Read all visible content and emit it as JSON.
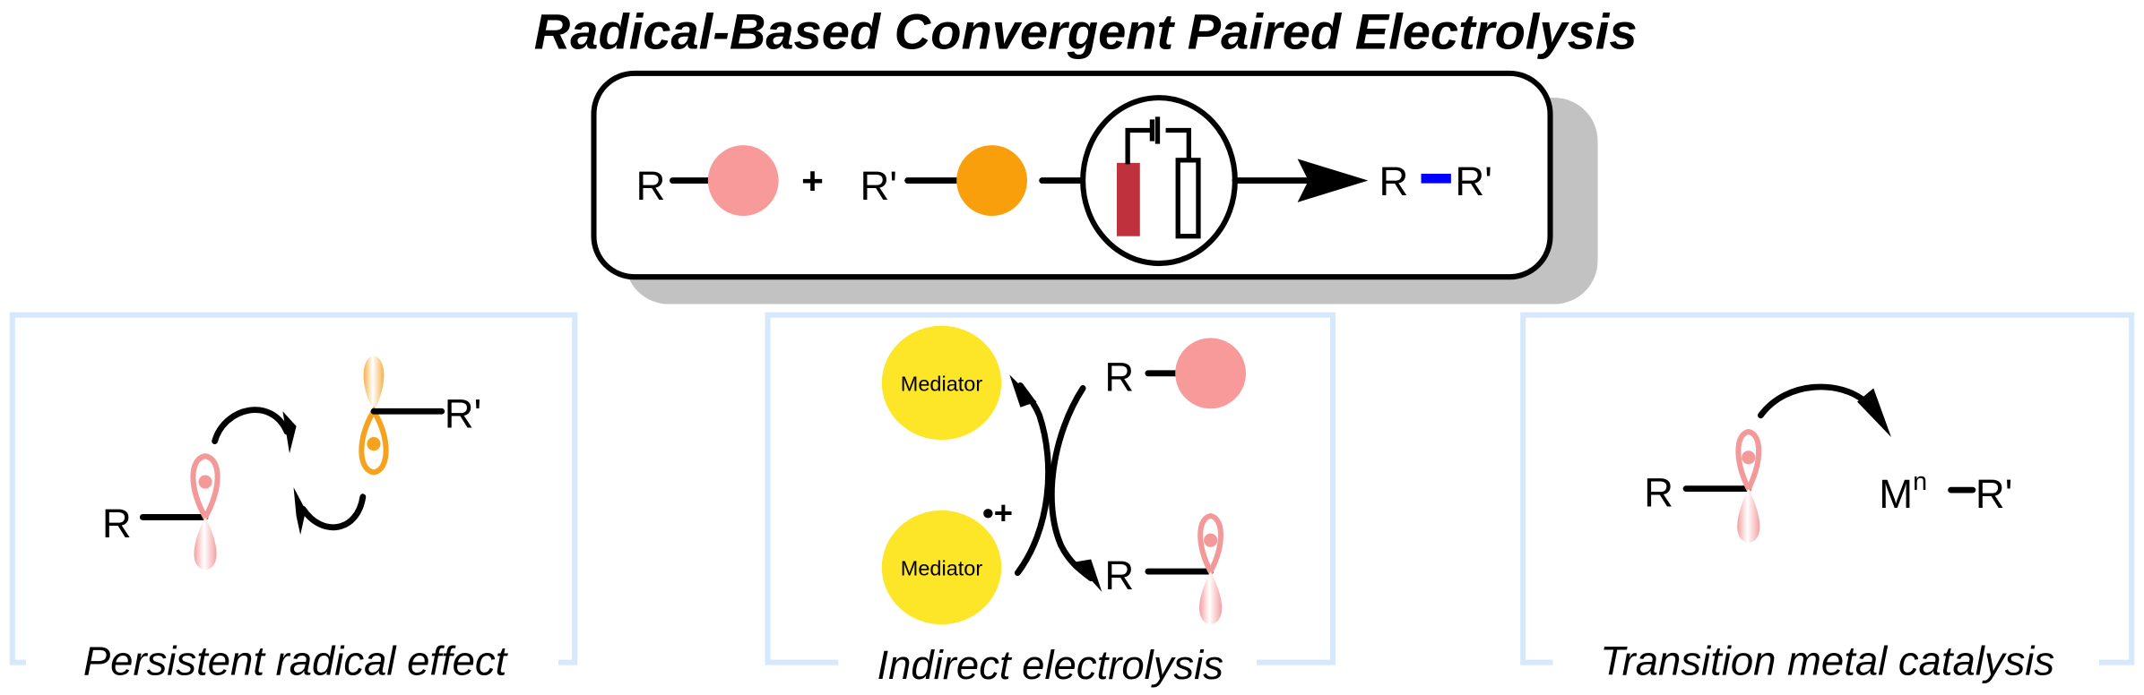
{
  "title": "Radical-Based Convergent Paired Electrolysis",
  "scheme": {
    "reactant1": {
      "label": "R",
      "group_color": "#f99a9a"
    },
    "plus": "+",
    "reactant2": {
      "label": "R'",
      "group_color": "#f99f0b"
    },
    "electrochemical_cell_icon": "electrolysis-cell-icon",
    "anode_color": "#c0313e",
    "product": {
      "left": "R",
      "right": "R'",
      "bond_color": "#0000ff"
    }
  },
  "panels": [
    {
      "caption": "Persistent radical effect",
      "labels": {
        "r": "R",
        "r_prime": "R'"
      },
      "radical_color_1": "#f4999a",
      "radical_color_2": "#f5a31f"
    },
    {
      "caption": "Indirect electrolysis",
      "mediator_label": "Mediator",
      "mediator_color": "#fde528",
      "radical_cation": "•+",
      "labels": {
        "r_top": "R",
        "r_bottom": "R"
      }
    },
    {
      "caption": "Transition metal catalysis",
      "labels": {
        "r": "R",
        "metal": "M",
        "metal_sup": "n",
        "r_prime": "R'"
      }
    }
  ]
}
